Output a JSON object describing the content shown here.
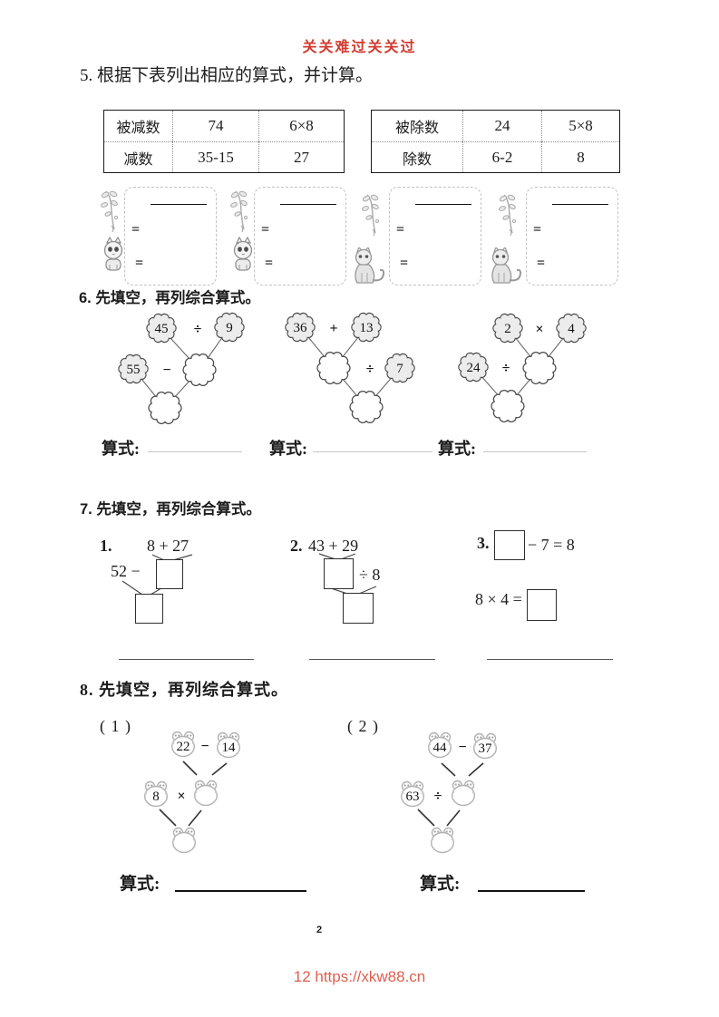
{
  "header": {
    "slogan": "关关难过关关过",
    "color": "#d23b2f"
  },
  "q5": {
    "title": "5. 根据下表列出相应的算式，并计算。",
    "tables": [
      {
        "rows": [
          [
            "被减数",
            "74",
            "6×8"
          ],
          [
            "减数",
            "35-15",
            "27"
          ]
        ]
      },
      {
        "rows": [
          [
            "被除数",
            "24",
            "5×8"
          ],
          [
            "除数",
            "6-2",
            "8"
          ]
        ]
      }
    ],
    "equals_sign": "=",
    "icons": {
      "box1": "kitten-icon",
      "box2": "kitten-icon",
      "box3": "cat-icon",
      "box4": "cat-icon",
      "decor": "vine-icon"
    }
  },
  "q6": {
    "title": "6. 先填空，再列综合算式。",
    "formula_label": "算式:",
    "diagrams": [
      {
        "top_left": "45",
        "top_op": "÷",
        "top_right": "9",
        "mid_left": "55",
        "mid_op": "−",
        "mid_right": "",
        "bottom": ""
      },
      {
        "top_left": "36",
        "top_op": "+",
        "top_right": "13",
        "mid_left": "",
        "mid_op": "÷",
        "mid_right": "7",
        "bottom": ""
      },
      {
        "top_left": "2",
        "top_op": "×",
        "top_right": "4",
        "mid_left": "24",
        "mid_op": "÷",
        "mid_right": "",
        "bottom": ""
      }
    ]
  },
  "q7": {
    "title": "7. 先填空，再列综合算式。",
    "items": [
      {
        "num": "1.",
        "top_expr": "8 + 27",
        "side_expr": "52 −"
      },
      {
        "num": "2.",
        "top_expr": "43 + 29",
        "side_expr": "÷ 8"
      },
      {
        "num": "3.",
        "eq1_suffix": "− 7 = 8",
        "eq2_prefix": "8 × 4 ="
      }
    ]
  },
  "q8": {
    "title": "8.  先填空，再列综合算式。",
    "formula_label": "算式:",
    "items": [
      {
        "num": "( 1 )",
        "top_left": "22",
        "top_op": "−",
        "top_right": "14",
        "mid_left": "8",
        "mid_op": "×"
      },
      {
        "num": "( 2 )",
        "top_left": "44",
        "top_op": "−",
        "top_right": "37",
        "mid_left": "63",
        "mid_op": "÷"
      }
    ]
  },
  "footer": {
    "page_number": "2",
    "watermark": "12 https://xkw88.cn"
  }
}
